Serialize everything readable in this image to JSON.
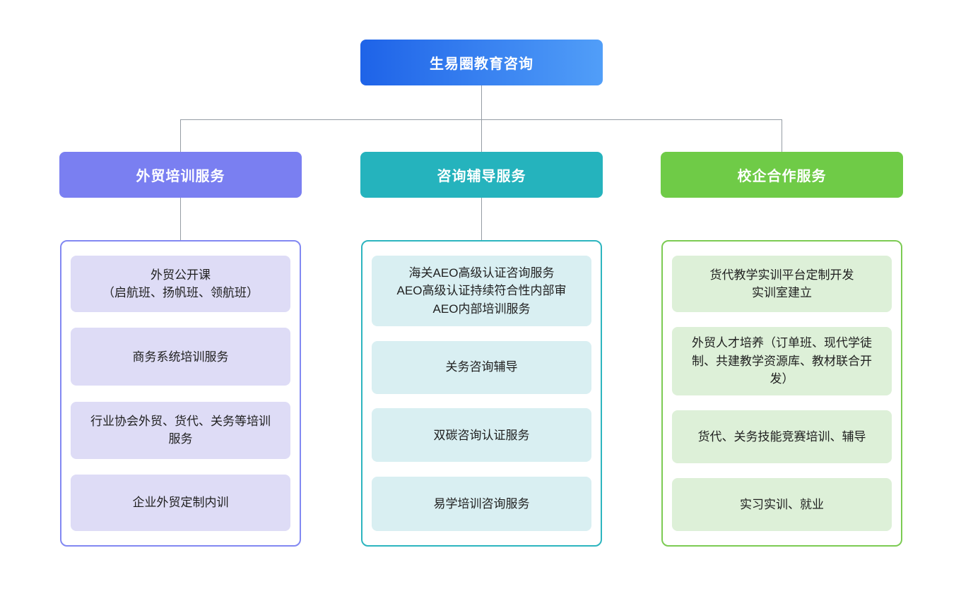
{
  "diagram": {
    "type": "org-chart",
    "connector_color": "#959CA4",
    "root": {
      "label": "生易圈教育咨询",
      "gradient_from": "#1E63E8",
      "gradient_to": "#519EF8",
      "text_color": "#FFFFFF"
    },
    "branches": [
      {
        "id": "trade-training",
        "label": "外贸培训服务",
        "header_color": "#7A7FF1",
        "border_color": "#8288F2",
        "item_bg": "#DEDCF6",
        "items": [
          "外贸公开课\n（启航班、扬帆班、领航班）",
          "商务系统培训服务",
          "行业协会外贸、货代、关务等培训服务",
          "企业外贸定制内训"
        ]
      },
      {
        "id": "consulting-coaching",
        "label": "咨询辅导服务",
        "header_color": "#25B3BD",
        "border_color": "#2DB5BF",
        "item_bg": "#D9EFF2",
        "items": [
          "海关AEO高级认证咨询服务\nAEO高级认证持续符合性内部审\nAEO内部培训服务",
          "关务咨询辅导",
          "双碳咨询认证服务",
          "易学培训咨询服务"
        ]
      },
      {
        "id": "school-enterprise",
        "label": "校企合作服务",
        "header_color": "#6FCB47",
        "border_color": "#7CCB53",
        "item_bg": "#DDF0D8",
        "items": [
          "货代教学实训平台定制开发\n实训室建立",
          "外贸人才培养（订单班、现代学徒制、共建教学资源库、教材联合开发）",
          "货代、关务技能竞赛培训、辅导",
          "实习实训、就业"
        ]
      }
    ]
  }
}
